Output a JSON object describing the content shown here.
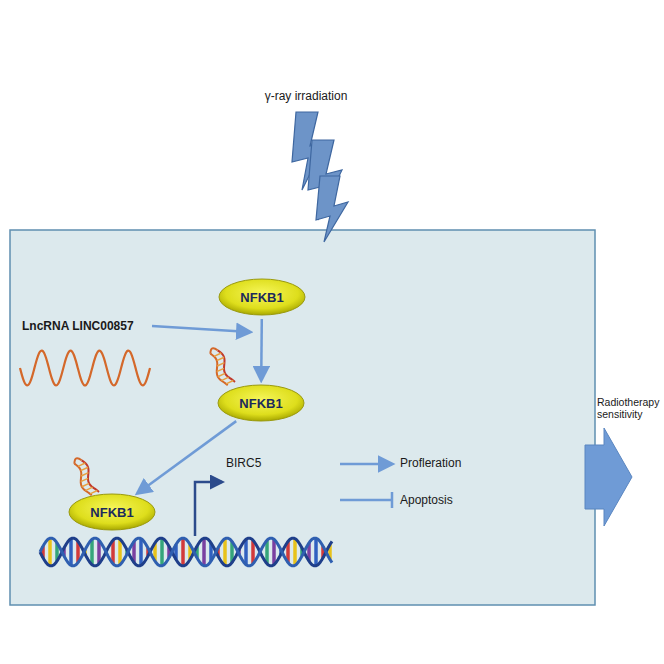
{
  "diagram": {
    "nodes": [
      {
        "text": [
          "NFKB1"
        ]
      },
      {
        "text": [
          "NFKB1"
        ]
      },
      {
        "text": [
          "NFKB1"
        ]
      }
    ],
    "edges": [
      {
        "from": 0,
        "to": 1,
        "arrow": "to"
      },
      {
        "from": 1,
        "to": 2,
        "arrow": "to"
      }
    ],
    "labels": [
      "γ-ray irradiation",
      "LncRNA LINC00857",
      "BIRC5",
      "Profleration",
      "Apoptosis",
      "Radiotherapy sensitivity"
    ]
  }
}
